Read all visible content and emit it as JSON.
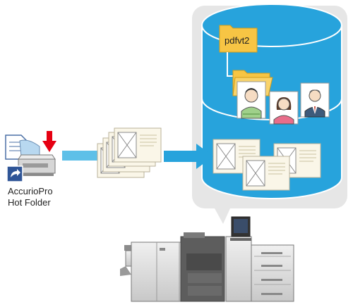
{
  "shortcut": {
    "label_line1": "AccurioPro",
    "label_line2": "Hot Folder"
  },
  "storage": {
    "folder_label": "pdfvt2"
  },
  "colors": {
    "cylinder_fill": "#27a3dc",
    "cylinder_stroke": "#ffffff",
    "bubble_fill": "#e6e6e6",
    "arrow_fill": "#27a3dc",
    "flow_bar": "#5ec0e8",
    "drop_arrow": "#e60012",
    "folder_yellow": "#f7c544",
    "doc_fill": "#faf6e8",
    "printer_body": "#d9d9d9"
  },
  "icons": {
    "shortcut": "shortcut-arrow-icon",
    "printer": "printer-icon",
    "production_press": "production-printer-icon",
    "folder": "folder-icon",
    "person": "person-icon"
  }
}
